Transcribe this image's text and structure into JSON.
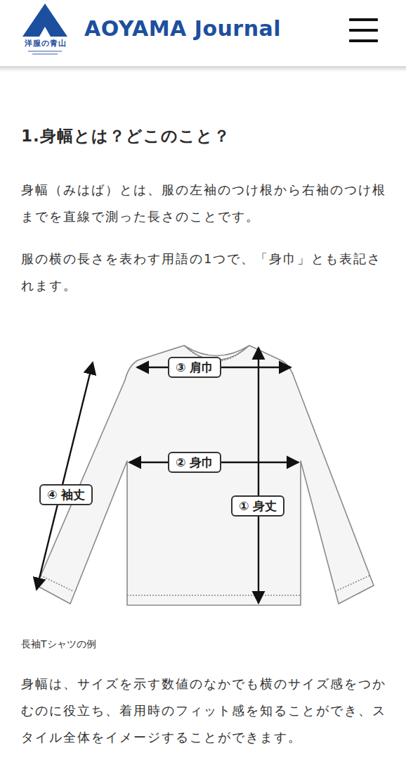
{
  "diagram": {
    "title": "1.身幅とは？どこのこと？",
    "caption": "長袖Tシャツの例",
    "nodes": [
      {
        "text": [
          "③ 肩巾"
        ]
      },
      {
        "text": [
          "② 身巾"
        ]
      },
      {
        "text": [
          "④ 袖丈"
        ]
      },
      {
        "text": [
          "① 身丈"
        ]
      }
    ],
    "labels": [
      "洋服の青山",
      "AOYAMA Journal",
      "身幅（みはば）とは、服の左袖のつけ根から右袖のつけ根までを直線で測った長さのことです。",
      "服の横の長さを表わす用語の1つで、「身巾」とも表記されます。",
      "身幅は、サイズを示す数値のなかでも横のサイズ感をつかむのに役立ち、着用時のフィット感を知ることができ、スタイル全体をイメージすることができます。"
    ]
  }
}
